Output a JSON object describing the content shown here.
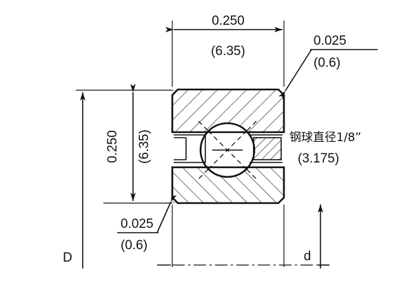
{
  "drawing": {
    "title": "Thin section ball bearing cross-section",
    "colors": {
      "line": "#111111",
      "background": "#ffffff"
    },
    "dimensions": {
      "width_top": {
        "inch": "0.250",
        "mm": "(6.35)"
      },
      "height_left": {
        "inch": "0.250",
        "mm": "(6.35)"
      },
      "chamfer_top_right": {
        "inch": "0.025",
        "mm": "(0.6)"
      },
      "chamfer_bottom_left": {
        "inch": "0.025",
        "mm": "(0.6)"
      }
    },
    "annotations": {
      "ball": {
        "label": "钢球直径1/8”",
        "mm": "(3.175)"
      }
    },
    "labels": {
      "outer_diameter": "D",
      "inner_diameter": "d"
    }
  }
}
